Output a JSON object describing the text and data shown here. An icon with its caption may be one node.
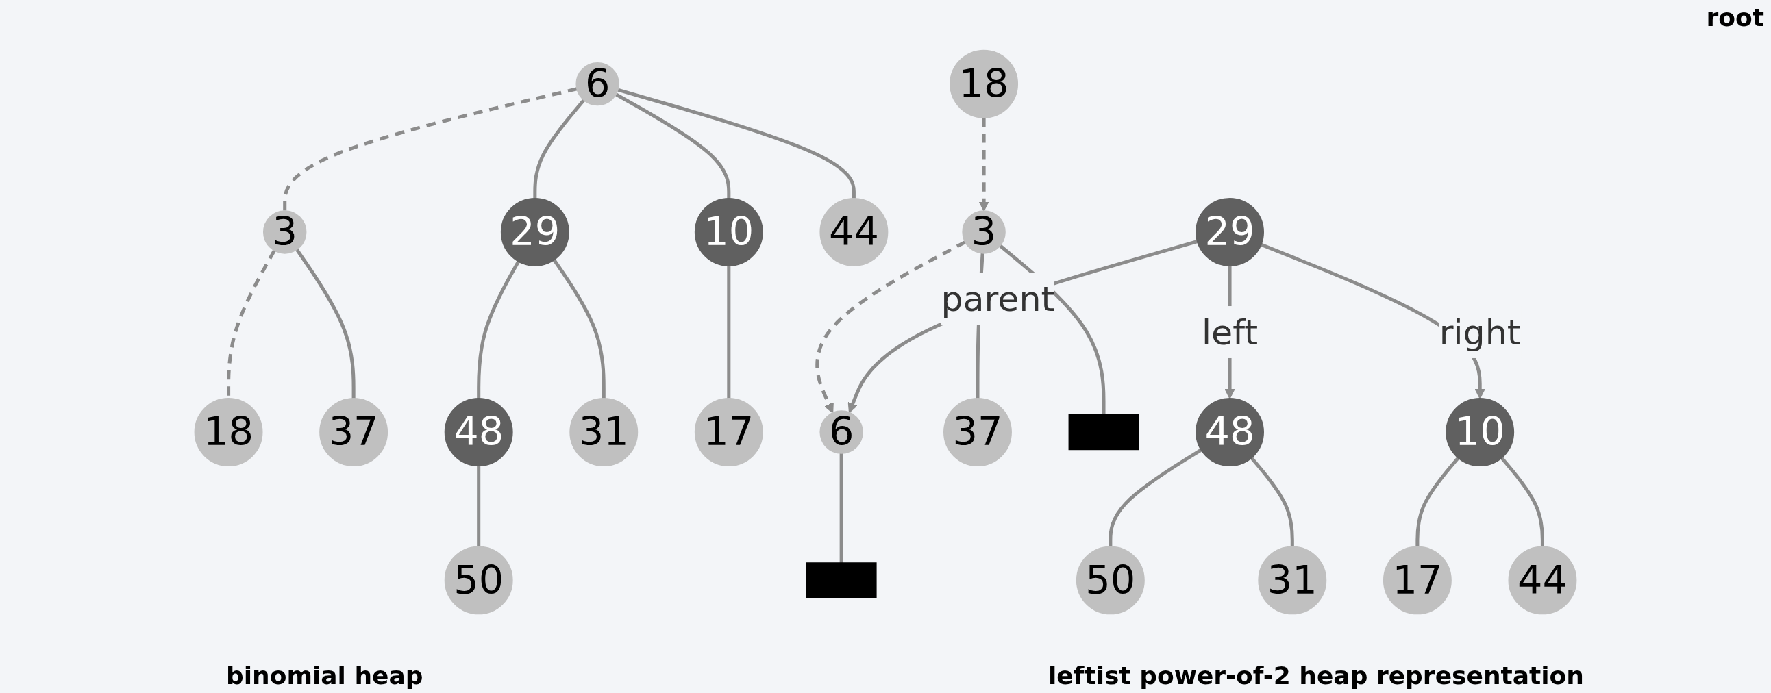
{
  "diagram": {
    "nodes": [
      {
        "text": [
          "6"
        ]
      },
      {
        "text": [
          "3"
        ]
      },
      {
        "text": [
          "18"
        ]
      },
      {
        "text": [
          "29"
        ]
      },
      {
        "text": [
          "10"
        ]
      },
      {
        "text": [
          "44"
        ]
      },
      {
        "text": [
          "37"
        ]
      },
      {
        "text": [
          "48"
        ]
      },
      {
        "text": [
          "31"
        ]
      },
      {
        "text": [
          "17"
        ]
      },
      {
        "text": [
          "50"
        ]
      },
      {
        "text": [
          "6"
        ]
      },
      {
        "text": [
          "3"
        ]
      },
      {
        "text": [
          "18"
        ]
      },
      {
        "text": [
          "29"
        ]
      },
      {
        "text": [],
        "shape": "box"
      },
      {
        "text": [
          "37"
        ]
      },
      {
        "text": [],
        "shape": "box"
      },
      {
        "text": [
          "48"
        ]
      },
      {
        "text": [
          "10"
        ]
      },
      {
        "text": [
          "50"
        ]
      },
      {
        "text": [
          "31"
        ]
      },
      {
        "text": [
          "17"
        ]
      },
      {
        "text": [
          "44"
        ]
      }
    ],
    "edges": [
      {
        "from": 0,
        "to": 1,
        "arrow": "none",
        "style": "dashed"
      },
      {
        "from": 1,
        "to": 2,
        "arrow": "none",
        "style": "dashed"
      },
      {
        "from": 0,
        "to": 3,
        "arrow": "none"
      },
      {
        "from": 0,
        "to": 4,
        "arrow": "none"
      },
      {
        "from": 0,
        "to": 5,
        "arrow": "none"
      },
      {
        "from": 1,
        "to": 6,
        "arrow": "none"
      },
      {
        "from": 3,
        "to": 7,
        "arrow": "none"
      },
      {
        "from": 3,
        "to": 8,
        "arrow": "none"
      },
      {
        "from": 4,
        "to": 9,
        "arrow": "none"
      },
      {
        "from": 7,
        "to": 10,
        "arrow": "none"
      },
      {
        "from": 13,
        "to": 12,
        "arrow": "to",
        "style": "dashed"
      },
      {
        "from": 12,
        "to": 11,
        "arrow": "to",
        "style": "dashed"
      },
      {
        "from": 14,
        "to": 11,
        "arrow": "to",
        "label": "parent"
      },
      {
        "from": 11,
        "to": 15,
        "arrow": "none"
      },
      {
        "from": 12,
        "to": 16,
        "arrow": "none"
      },
      {
        "from": 12,
        "to": 17,
        "arrow": "none"
      },
      {
        "from": 14,
        "to": 18,
        "arrow": "to",
        "label": "left"
      },
      {
        "from": 14,
        "to": 19,
        "arrow": "to",
        "label": "right"
      },
      {
        "from": 18,
        "to": 20,
        "arrow": "none"
      },
      {
        "from": 18,
        "to": 21,
        "arrow": "none"
      },
      {
        "from": 19,
        "to": 22,
        "arrow": "none"
      },
      {
        "from": 19,
        "to": 23,
        "arrow": "none"
      }
    ],
    "labels": [
      "root",
      "binomial heap",
      "leftist power-of-2 heap representation"
    ]
  }
}
